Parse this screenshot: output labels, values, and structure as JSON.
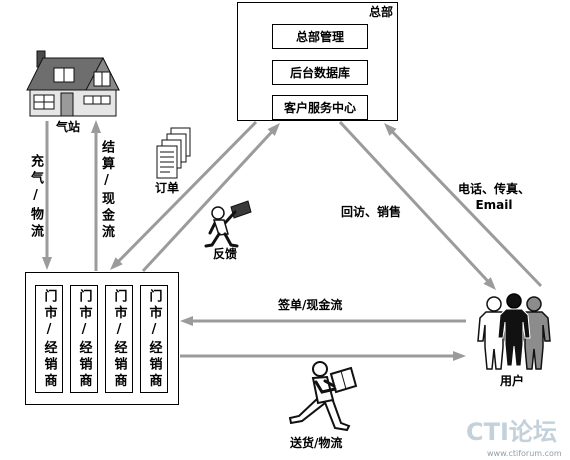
{
  "headquarters": {
    "title": "总部",
    "modules": {
      "management": "总部管理",
      "database": "后台数据库",
      "customer_service": "客户服务中心"
    }
  },
  "gas_station": {
    "label": "气站"
  },
  "dealers": {
    "units": [
      "门市/经销商",
      "门市/经销商",
      "门市/经销商",
      "门市/经销商"
    ]
  },
  "users": {
    "label": "用户"
  },
  "flows": {
    "gas_station_to_dealers": "充气/物流",
    "dealers_to_gas_station": "结算/现金流",
    "orders": "订单",
    "feedback": "反馈",
    "hq_to_users": "回访、销售",
    "users_to_hq": [
      "电话、传真、",
      "Email"
    ],
    "users_to_dealers": "签单/现金流",
    "dealers_to_users": "送货/物流"
  },
  "icons": {
    "gas_station": "house-icon",
    "orders": "document-stack-icon",
    "feedback": "feedback-person-icon",
    "users": "users-icon",
    "delivery": "delivery-person-icon"
  },
  "colors": {
    "arrow": "#9b9b9b",
    "outline": "#000000",
    "background": "#ffffff",
    "watermark": "#c3d1db",
    "watermark_url": "#8e9ea9"
  },
  "watermark": {
    "brand": "CTI论坛",
    "url": "www.ctiforum.com"
  }
}
